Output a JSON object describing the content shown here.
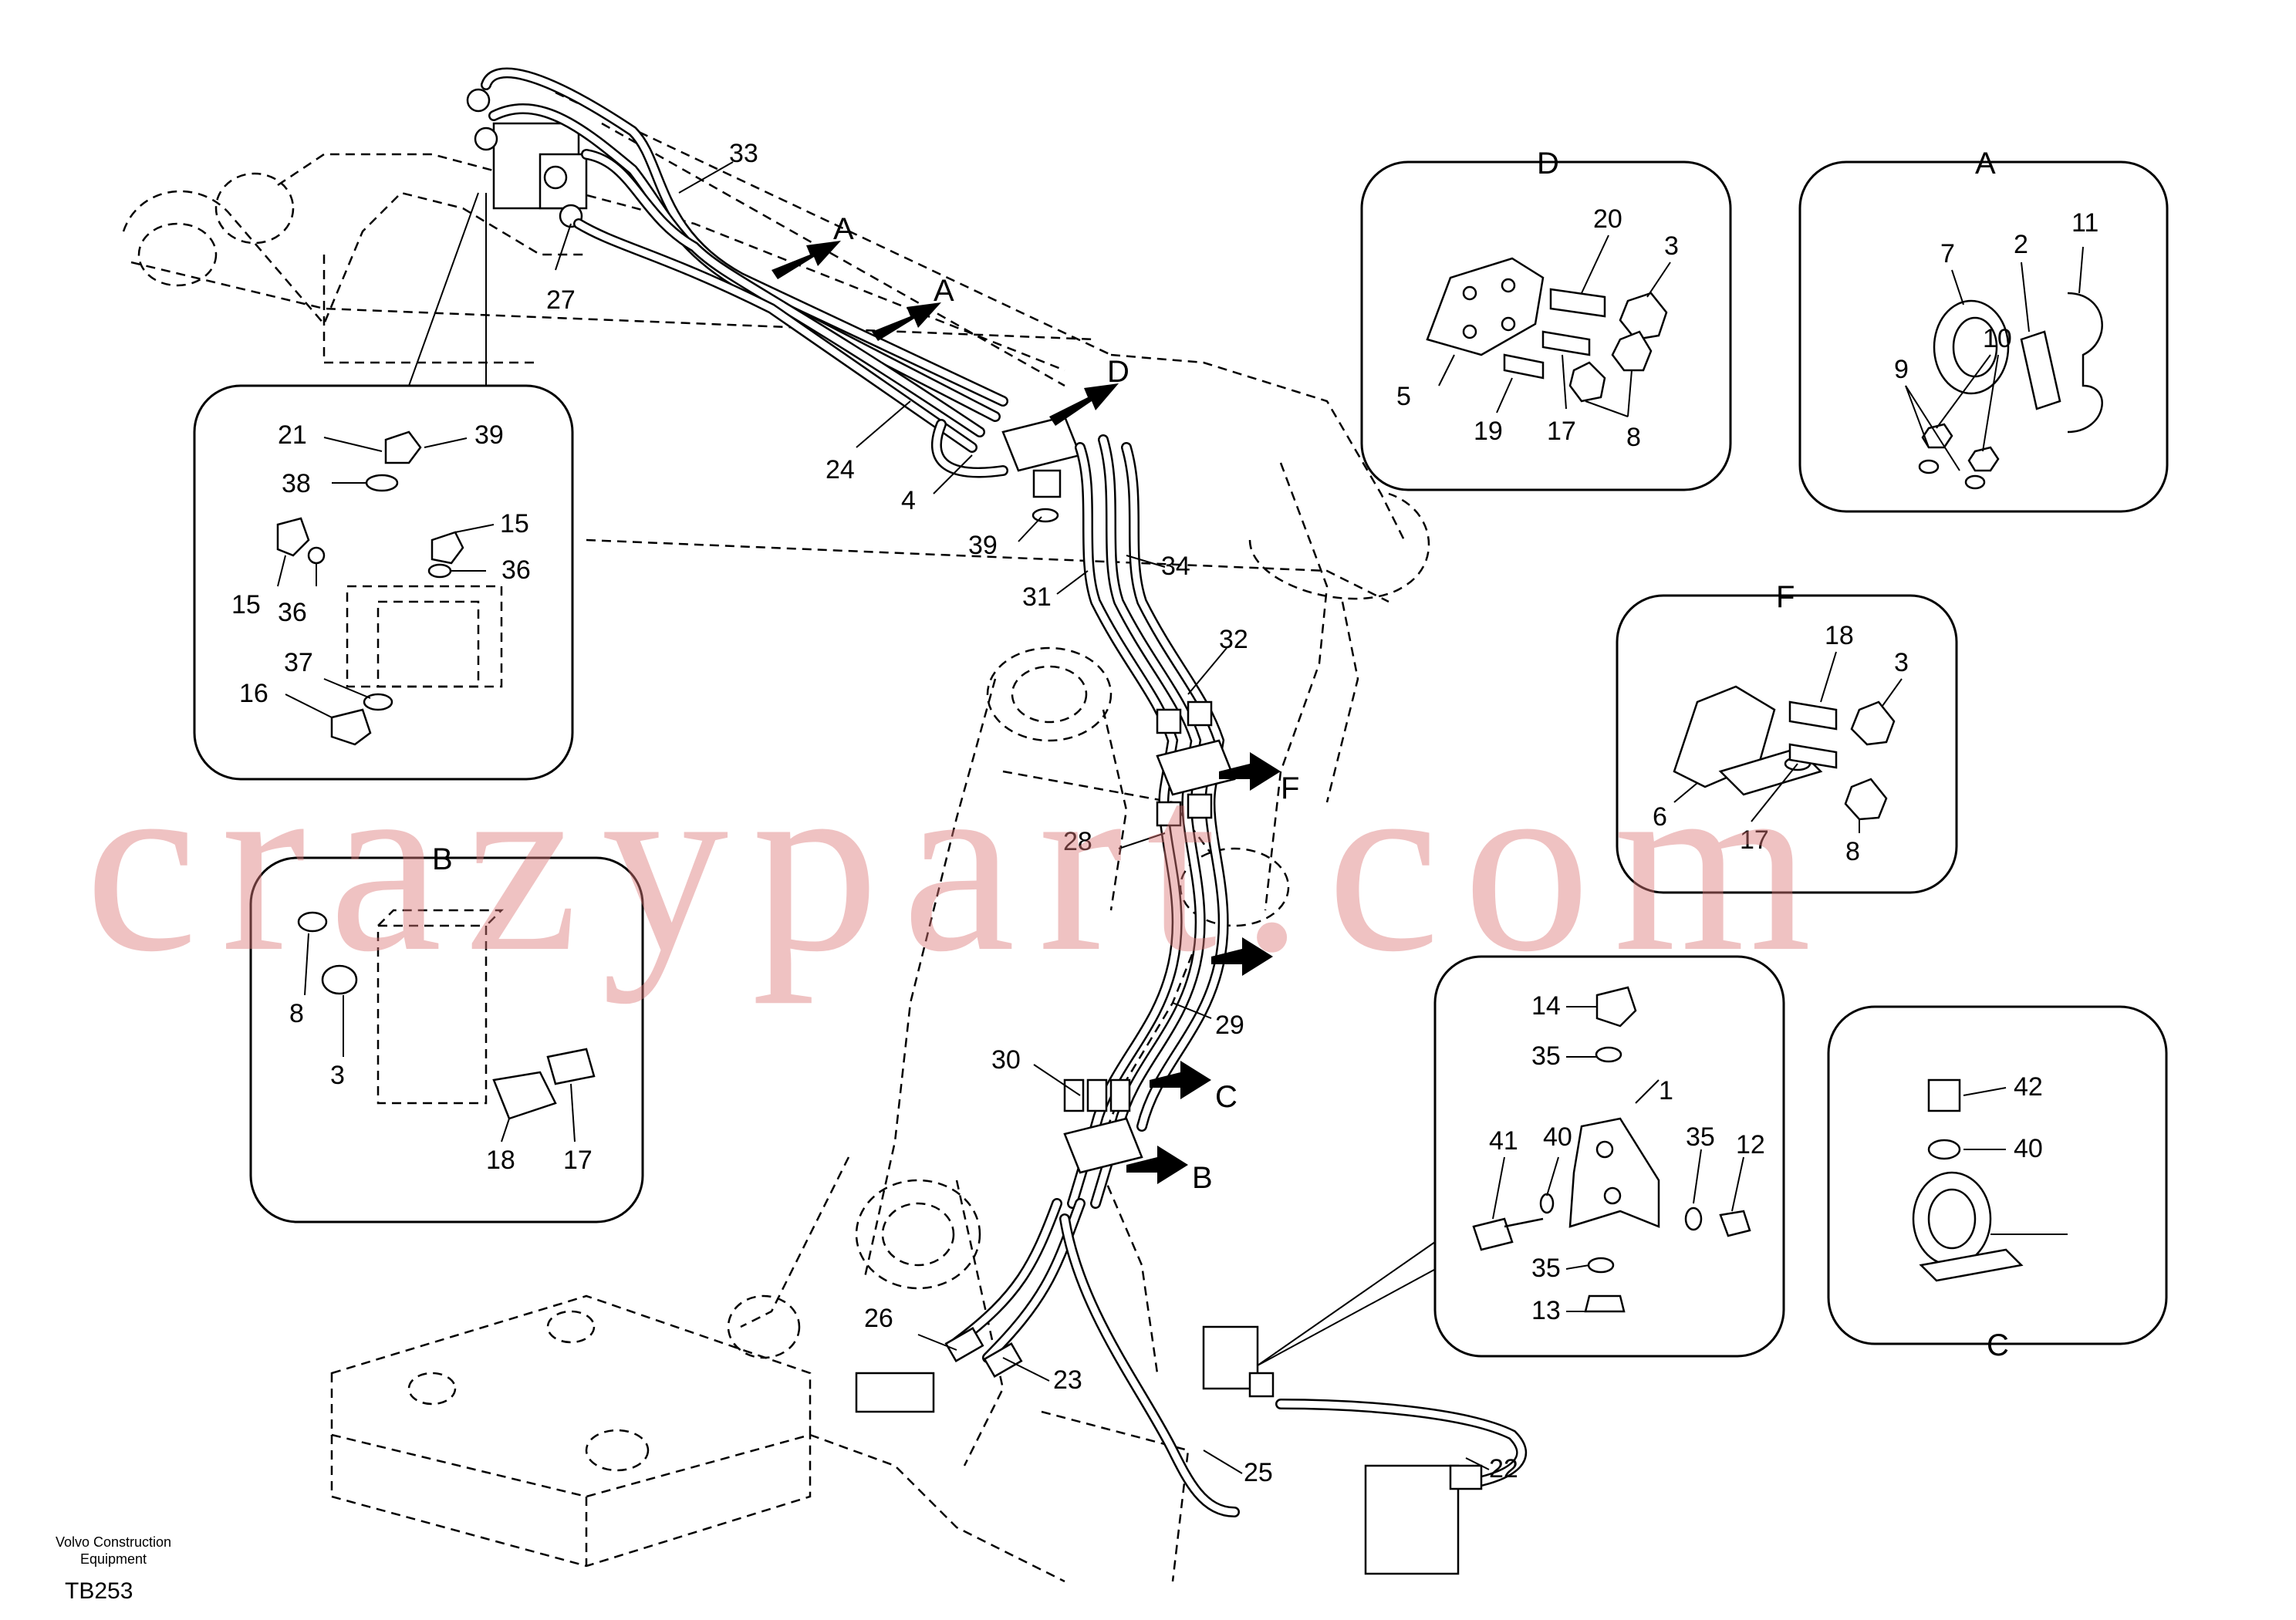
{
  "brand_text": "Volvo Construction Equipment",
  "figure_code": "TB253",
  "watermark": "crazypart.com",
  "colors": {
    "line": "#000000",
    "watermark": "#dc7878"
  },
  "detail_titles": {
    "A": "A",
    "B": "B",
    "C": "C",
    "D": "D",
    "F": "F"
  },
  "view_arrows": {
    "A1": "A",
    "A2": "A",
    "D": "D",
    "F": "F",
    "C": "C",
    "B": "B"
  },
  "callouts": {
    "main": {
      "n33": "33",
      "n27": "27",
      "n24": "24",
      "n4": "4",
      "n39": "39",
      "n31": "31",
      "n34": "34",
      "n32": "32",
      "n28": "28",
      "n29": "29",
      "n30": "30",
      "n26": "26",
      "n23": "23",
      "n25": "25",
      "n22": "22"
    },
    "valve_detail": {
      "n21": "21",
      "n39": "39",
      "n38": "38",
      "n15a": "15",
      "n15b": "15",
      "n36a": "36",
      "n36b": "36",
      "n37": "37",
      "n16": "16"
    },
    "detail_D": {
      "n20": "20",
      "n3": "3",
      "n5": "5",
      "n19": "19",
      "n17": "17",
      "n8": "8"
    },
    "detail_A": {
      "n11": "11",
      "n7": "7",
      "n2": "2",
      "n10": "10",
      "n9": "9"
    },
    "detail_F": {
      "n18": "18",
      "n3": "3",
      "n6": "6",
      "n17": "17",
      "n8": "8"
    },
    "detail_B": {
      "n8": "8",
      "n3": "3",
      "n18": "18",
      "n17": "17"
    },
    "detail_1": {
      "n14": "14",
      "n35a": "35",
      "n1": "1",
      "n35b": "35",
      "n40": "40",
      "n41": "41",
      "n12": "12",
      "n35c": "35",
      "n13": "13"
    },
    "detail_C": {
      "n42": "42",
      "n40": "40"
    }
  }
}
